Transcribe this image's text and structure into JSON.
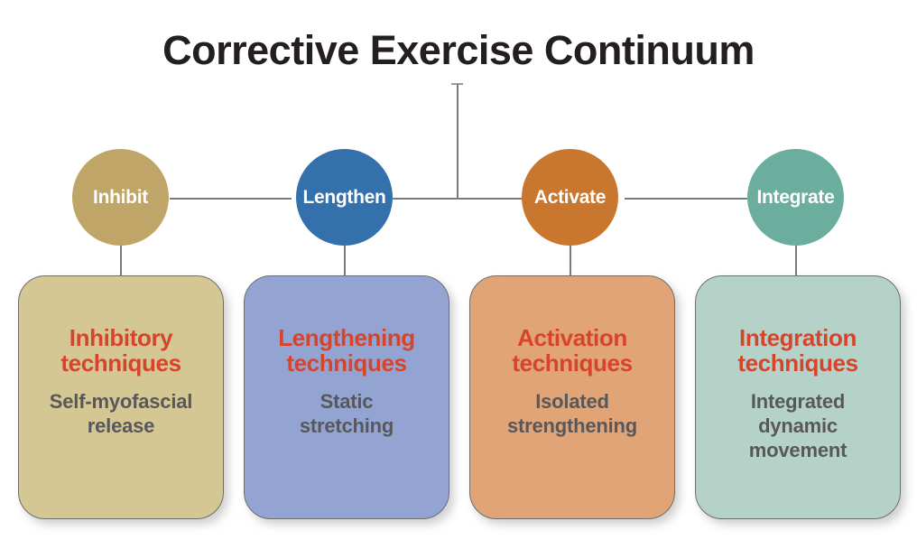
{
  "diagram": {
    "title": "Corrective Exercise Continuum",
    "colors": {
      "heading_red": "#D6442C",
      "body_gray": "#58585a",
      "line_gray": "#7a7a7a",
      "title_black": "#231f20"
    },
    "stages": [
      {
        "id": "inhibit",
        "circle_label": "Inhibit",
        "circle_color": "#BFA568",
        "panel_color": "#D5C794",
        "heading": "Inhibitory\ntechniques",
        "body": "Self-myofascial\nrelease"
      },
      {
        "id": "lengthen",
        "circle_label": "Lengthen",
        "circle_color": "#3470AC",
        "panel_color": "#93A4D3",
        "heading": "Lengthening\ntechniques",
        "body": "Static\nstretching"
      },
      {
        "id": "activate",
        "circle_label": "Activate",
        "circle_color": "#C9772F",
        "panel_color": "#E0A477",
        "heading": "Activation\ntechniques",
        "body": "Isolated\nstrengthening"
      },
      {
        "id": "integrate",
        "circle_label": "Integrate",
        "circle_color": "#6CAE9D",
        "panel_color": "#B5D2C9",
        "heading": "Integration\ntechniques",
        "body": "Integrated\ndynamic\nmovement"
      }
    ]
  }
}
